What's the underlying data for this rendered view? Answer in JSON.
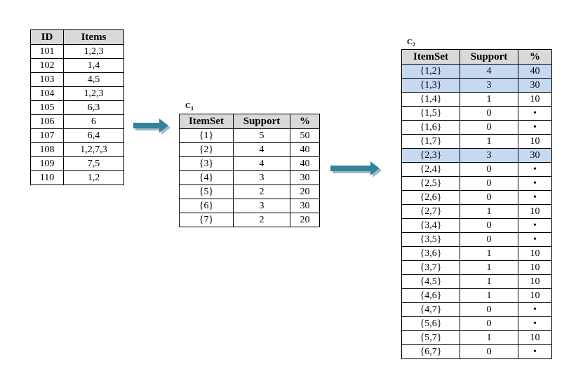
{
  "transactions": {
    "headers": [
      "ID",
      "Items"
    ],
    "rows": [
      [
        "101",
        "1,2,3"
      ],
      [
        "102",
        "1,4"
      ],
      [
        "103",
        "4,5"
      ],
      [
        "104",
        "1,2,3"
      ],
      [
        "105",
        "6,3"
      ],
      [
        "106",
        "6"
      ],
      [
        "107",
        "6,4"
      ],
      [
        "108",
        "1,2,7,3"
      ],
      [
        "109",
        "7,5"
      ],
      [
        "110",
        "1,2"
      ]
    ]
  },
  "c1": {
    "label": "C",
    "label_sub": "1",
    "headers": [
      "ItemSet",
      "Support",
      "%"
    ],
    "rows": [
      [
        "{1}",
        "5",
        "50"
      ],
      [
        "{2}",
        "4",
        "40"
      ],
      [
        "{3}",
        "4",
        "40"
      ],
      [
        "{4}",
        "3",
        "30"
      ],
      [
        "{5}",
        "2",
        "20"
      ],
      [
        "{6}",
        "3",
        "30"
      ],
      [
        "{7}",
        "2",
        "20"
      ]
    ]
  },
  "c2": {
    "label": "C",
    "label_sub": "2",
    "headers": [
      "ItemSet",
      "Support",
      "%"
    ],
    "highlight_color": "#c6d9f1",
    "rows": [
      {
        "itemset": "{1,2}",
        "support": "4",
        "pct": "40",
        "highlight": true
      },
      {
        "itemset": "{1,3}",
        "support": "3",
        "pct": "30",
        "highlight": true
      },
      {
        "itemset": "{1,4}",
        "support": "1",
        "pct": "10",
        "highlight": false
      },
      {
        "itemset": "{1,5}",
        "support": "0",
        "pct": "•",
        "highlight": false
      },
      {
        "itemset": "{1,6}",
        "support": "0",
        "pct": "•",
        "highlight": false
      },
      {
        "itemset": "{1,7}",
        "support": "1",
        "pct": "10",
        "highlight": false
      },
      {
        "itemset": "{2,3}",
        "support": "3",
        "pct": "30",
        "highlight": true
      },
      {
        "itemset": "{2,4}",
        "support": "0",
        "pct": "•",
        "highlight": false
      },
      {
        "itemset": "{2,5}",
        "support": "0",
        "pct": "•",
        "highlight": false
      },
      {
        "itemset": "{2,6}",
        "support": "0",
        "pct": "•",
        "highlight": false
      },
      {
        "itemset": "{2,7}",
        "support": "1",
        "pct": "10",
        "highlight": false
      },
      {
        "itemset": "{3,4}",
        "support": "0",
        "pct": "•",
        "highlight": false
      },
      {
        "itemset": "{3,5}",
        "support": "0",
        "pct": "•",
        "highlight": false
      },
      {
        "itemset": "{3,6}",
        "support": "1",
        "pct": "10",
        "highlight": false
      },
      {
        "itemset": "{3,7}",
        "support": "1",
        "pct": "10",
        "highlight": false
      },
      {
        "itemset": "{4,5}",
        "support": "1",
        "pct": "10",
        "highlight": false
      },
      {
        "itemset": "{4,6}",
        "support": "1",
        "pct": "10",
        "highlight": false
      },
      {
        "itemset": "{4,7}",
        "support": "0",
        "pct": "•",
        "highlight": false
      },
      {
        "itemset": "{5,6}",
        "support": "0",
        "pct": "•",
        "highlight": false
      },
      {
        "itemset": "{5,7}",
        "support": "1",
        "pct": "10",
        "highlight": false
      },
      {
        "itemset": "{6,7}",
        "support": "0",
        "pct": "•",
        "highlight": false
      }
    ]
  },
  "arrows": {
    "color": "#31849b",
    "icon": "right-arrow-icon"
  }
}
